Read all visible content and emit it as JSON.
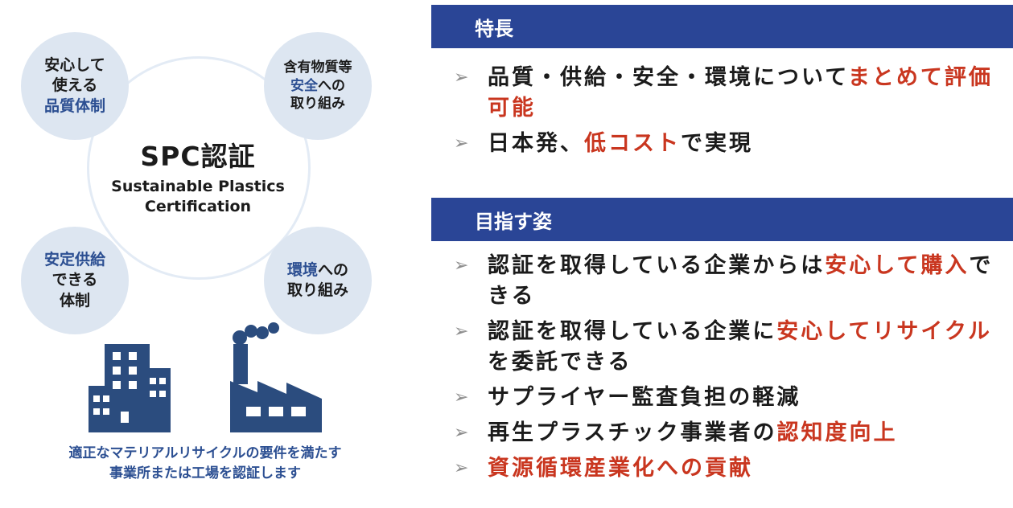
{
  "diagram": {
    "center": {
      "title": "SPC認証",
      "subtitle_line1": "Sustainable Plastics",
      "subtitle_line2": "Certification"
    },
    "bubbles": [
      {
        "lines": [
          "安心して",
          "使える"
        ],
        "highlight": "品質体制"
      },
      {
        "line1": "含有物質等",
        "highlight": "安全",
        "line2_rest": "への",
        "line3": "取り組み"
      },
      {
        "lines": [
          "安定供給",
          "できる",
          "体制"
        ]
      },
      {
        "highlight": "環境",
        "line1_rest": "への",
        "line2": "取り組み"
      }
    ],
    "caption_line1": "適正なマテリアルリサイクルの要件を満たす",
    "caption_line2": "事業所または工場を認証します",
    "colors": {
      "accent_blue": "#2c4f92",
      "bubble_fill": "#dde6f1",
      "building_blue": "#2b4c7e"
    }
  },
  "features": {
    "heading": "特長",
    "items": [
      {
        "text": "品質・供給・安全・環境について",
        "highlight": "まとめて評価可能"
      },
      {
        "text": "日本発、",
        "highlight": "低コスト",
        "text_after": "で実現"
      }
    ]
  },
  "goals": {
    "heading": "目指す姿",
    "items": [
      {
        "text": "認証を取得している企業からは",
        "highlight": "安心して購入",
        "text_after": "できる"
      },
      {
        "text": "認証を取得している企業に",
        "highlight": "安心してリサイクル",
        "text_after": "を委託できる"
      },
      {
        "text": "サプライヤー監査負担の軽減"
      },
      {
        "text": "再生プラスチック事業者の",
        "highlight": "認知度向上"
      },
      {
        "highlight": "資源循環産業化への貢献"
      }
    ]
  },
  "bullet_symbol": "➢",
  "colors": {
    "header_bar": "#2a4596",
    "highlight_red": "#c9361f",
    "text": "#1b1b1b"
  }
}
